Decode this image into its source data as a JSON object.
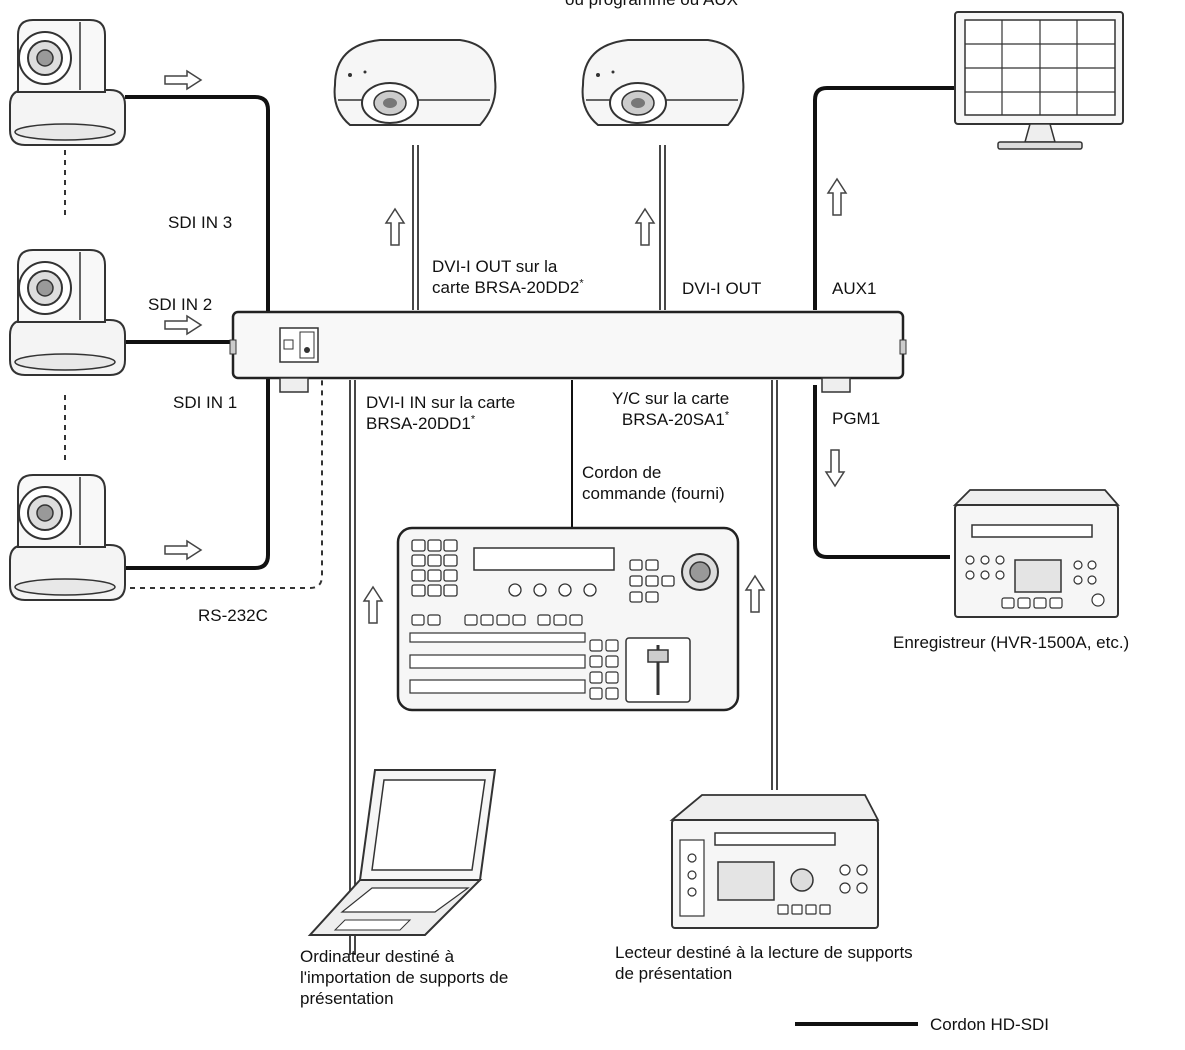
{
  "labels": {
    "top_cut": "ou programme ou AUX",
    "sdi_in_3": "SDI IN 3",
    "sdi_in_2": "SDI IN 2",
    "sdi_in_1": "SDI IN 1",
    "dvi_out_dd2_l1": "DVI-I OUT sur la",
    "dvi_out_dd2_l2": "carte BRSA-20DD2",
    "dvi_out": "DVI-I OUT",
    "aux1": "AUX1",
    "dvi_in_l1": "DVI-I IN sur la carte",
    "dvi_in_l2": "BRSA-20DD1",
    "yc_l1": "Y/C sur la carte",
    "yc_l2": "BRSA-20SA1",
    "pgm1": "PGM1",
    "control_cord_l1": "Cordon de",
    "control_cord_l2": "commande (fourni)",
    "rs232c": "RS-232C",
    "recorder": "Enregistreur (HVR-1500A, etc.)",
    "computer": "Ordinateur destiné à l'importation de supports de présentation",
    "player": "Lecteur destiné à la lecture de supports de présentation",
    "legend_hdsdi": "Cordon HD-SDI",
    "asterisk": "*"
  },
  "colors": {
    "line": "#111111",
    "device_fill": "#f6f6f6",
    "device_stroke": "#333333",
    "screen": "#e4e4e4"
  }
}
